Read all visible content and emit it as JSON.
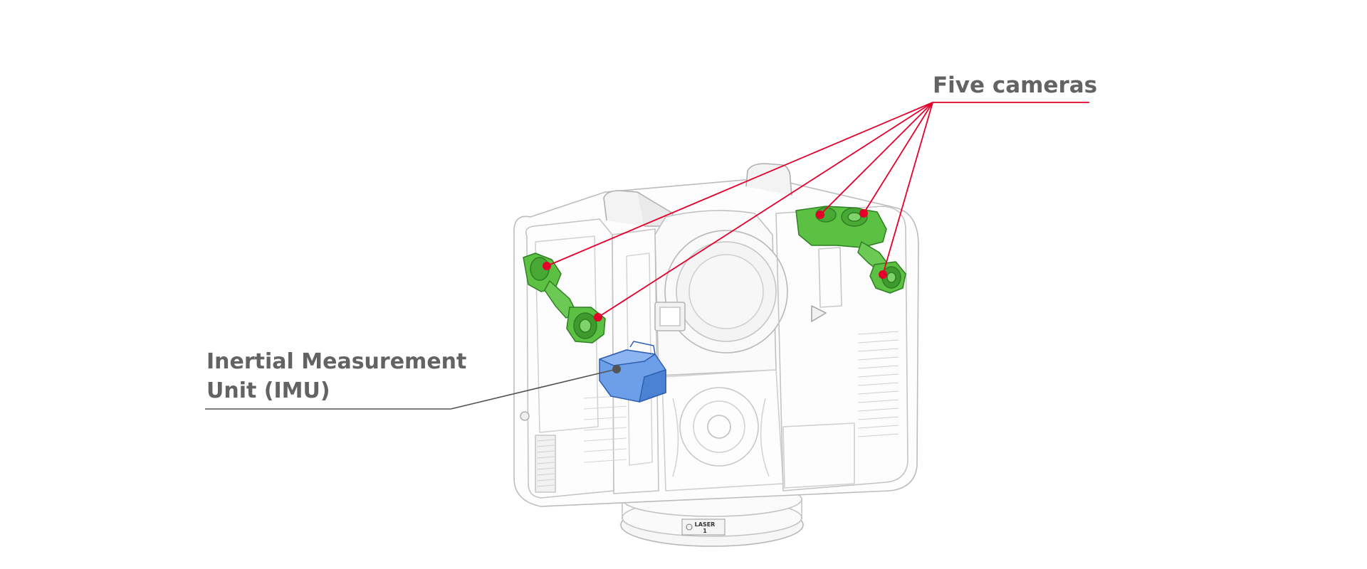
{
  "callouts": {
    "cameras": {
      "label": "Five cameras",
      "count": 5,
      "line_color": "#e5002b",
      "highlight_color": "#4fb83a"
    },
    "imu": {
      "label_line1": "Inertial Measurement",
      "label_line2": "Unit (IMU)",
      "line_color": "#555555",
      "highlight_color": "#4a86e8"
    }
  },
  "device": {
    "laser_label_line1": "LASER",
    "laser_label_line2": "1"
  }
}
